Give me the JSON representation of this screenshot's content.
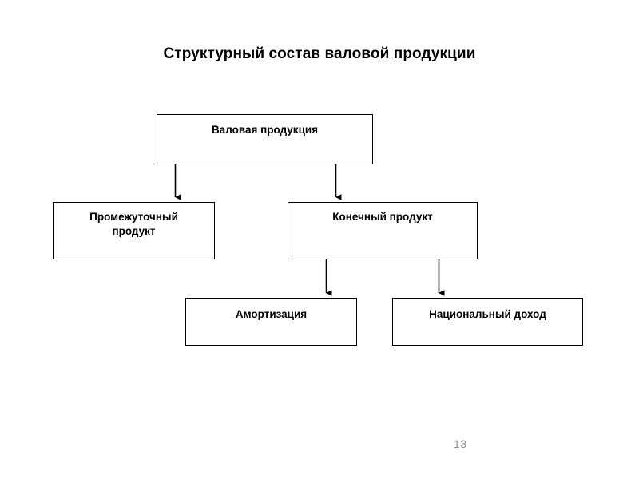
{
  "slide": {
    "title": "Структурный состав валовой продукции",
    "page_number": "13",
    "background_color": "#ffffff",
    "line_color": "#000000",
    "text_color": "#000000",
    "page_number_color": "#8f8f8f"
  },
  "diagram": {
    "type": "hierarchy-flowchart",
    "nodes": [
      {
        "id": "gross",
        "label": "Валовая продукция",
        "level": 1
      },
      {
        "id": "intermediate",
        "label": "Промежуточный\nпродукт",
        "level": 2
      },
      {
        "id": "final",
        "label": "Конечный продукт",
        "level": 2
      },
      {
        "id": "depreciation",
        "label": "Амортизация",
        "level": 3
      },
      {
        "id": "income",
        "label": "Национальный доход",
        "level": 3
      }
    ],
    "edges": [
      {
        "from": "gross",
        "to": "intermediate",
        "arrow": "down"
      },
      {
        "from": "gross",
        "to": "final",
        "arrow": "down"
      },
      {
        "from": "final",
        "to": "depreciation",
        "arrow": "down"
      },
      {
        "from": "final",
        "to": "income",
        "arrow": "down"
      }
    ]
  }
}
